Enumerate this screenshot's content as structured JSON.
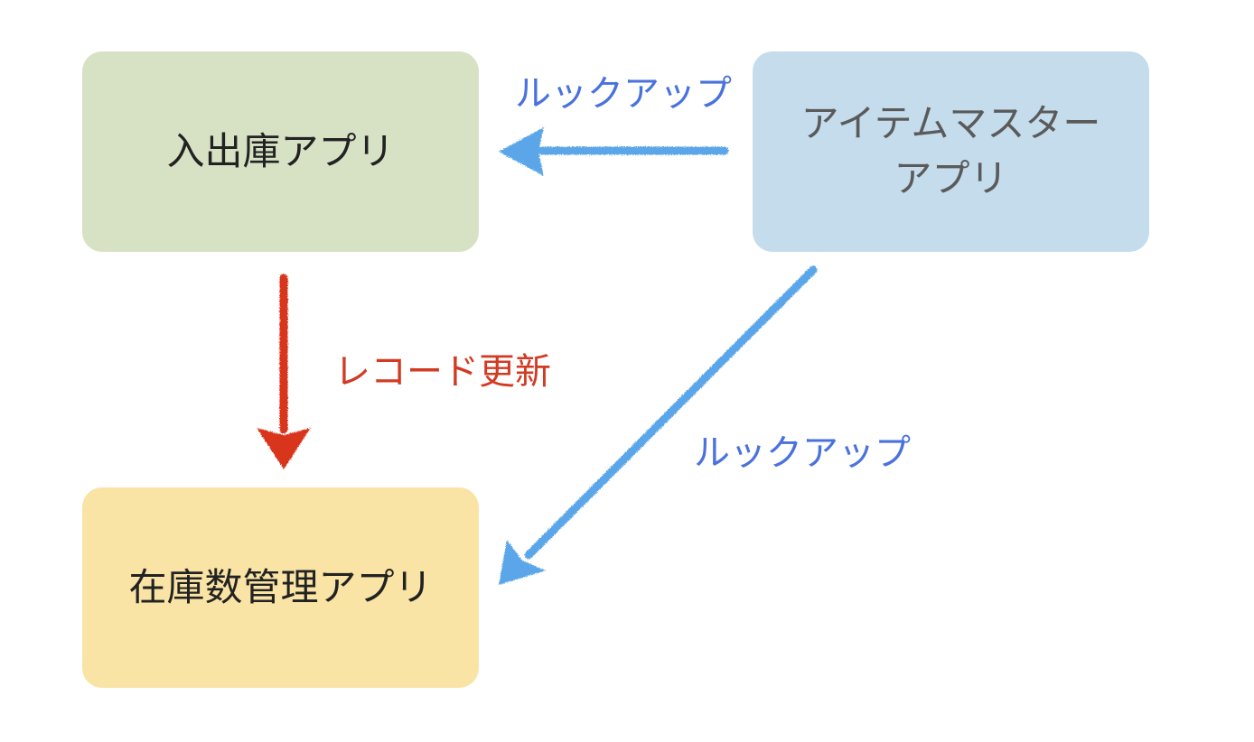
{
  "nodes": {
    "inout_app": {
      "label": "入出庫アプリ",
      "fill": "#d7e2c5"
    },
    "item_master_app": {
      "label": "アイテムマスター\nアプリ",
      "fill": "#c4dceb"
    },
    "stock_app": {
      "label": "在庫数管理アプリ",
      "fill": "#f9e4a5"
    }
  },
  "edges": {
    "lookup_top": {
      "label": "ルックアップ",
      "color": "#5aa6e8",
      "from": "item_master_app",
      "to": "inout_app"
    },
    "record_update": {
      "label": "レコード更新",
      "color": "#d8341c",
      "from": "inout_app",
      "to": "stock_app"
    },
    "lookup_diag": {
      "label": "ルックアップ",
      "color": "#5aa6e8",
      "from": "item_master_app",
      "to": "stock_app"
    }
  },
  "colors": {
    "lookup_label": "#4a72de",
    "update_label": "#d23a22"
  }
}
